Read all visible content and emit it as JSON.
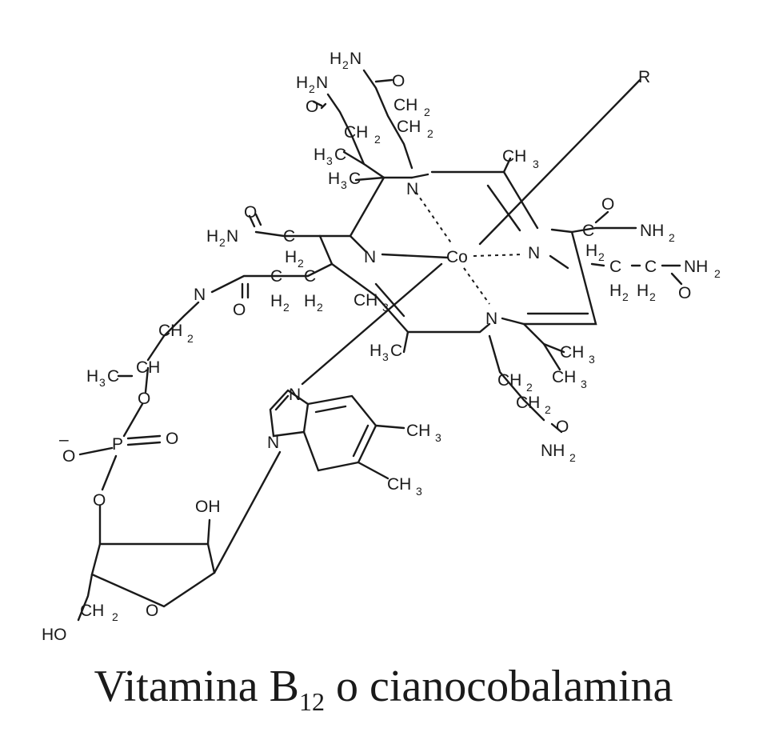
{
  "caption": {
    "before_sub": "Vitamina B",
    "subscript": "12",
    "after_sub": " o cianocobalamina"
  },
  "labels": {
    "cobalt": "Co",
    "r_group": "R",
    "n_left": "N",
    "n_top": "N",
    "n_right": "N",
    "n_bottom": "N",
    "amide_n": "N",
    "benz_n_top": "N",
    "benz_n_bottom": "N",
    "phosphorus": "P",
    "o_phosphate_minus": "O",
    "minus_sign": "–",
    "o_ester_upper": "O",
    "o_ester_lower": "O",
    "o_double": "O",
    "o_ring": "O",
    "oh_ribose": "OH",
    "ho_ribose": "HO",
    "ch2_ribose": "CH",
    "ch_propanol": "CH",
    "h3c_propanol": "H",
    "ch2_propanol": "CH",
    "amide_o_chain": "O",
    "c_chain_1": "C",
    "c_chain_2": "C",
    "amide_c_left": "C",
    "amide_o_left": "O",
    "h2n_left": "H",
    "h2n_top_a": "H",
    "h2n_top_b": "H",
    "o_top_a": "O",
    "o_top_b": "O",
    "ch2_top_a": "CH",
    "ch2_top_b": "CH",
    "ch2_top_c": "CH",
    "h3c_top_a": "H",
    "h3c_top_b": "H",
    "ch3_top_right": "CH",
    "o_right_a": "O",
    "nh2_right_a": "NH",
    "c_right_b1": "C",
    "c_right_b2": "C",
    "nh2_right_b": "NH",
    "o_right_b": "O",
    "h3c_bottom_left": "H",
    "ch3_bottom_a": "CH",
    "ch3_bottom_b": "CH",
    "ch2_bottom_a": "CH",
    "ch2_bottom_b": "CH",
    "o_bottom": "O",
    "nh2_bottom": "NH",
    "ch3_benz_a": "CH",
    "ch3_benz_b": "CH",
    "ch3_center": "CH",
    "sub_2": "2",
    "sub_3": "3"
  }
}
